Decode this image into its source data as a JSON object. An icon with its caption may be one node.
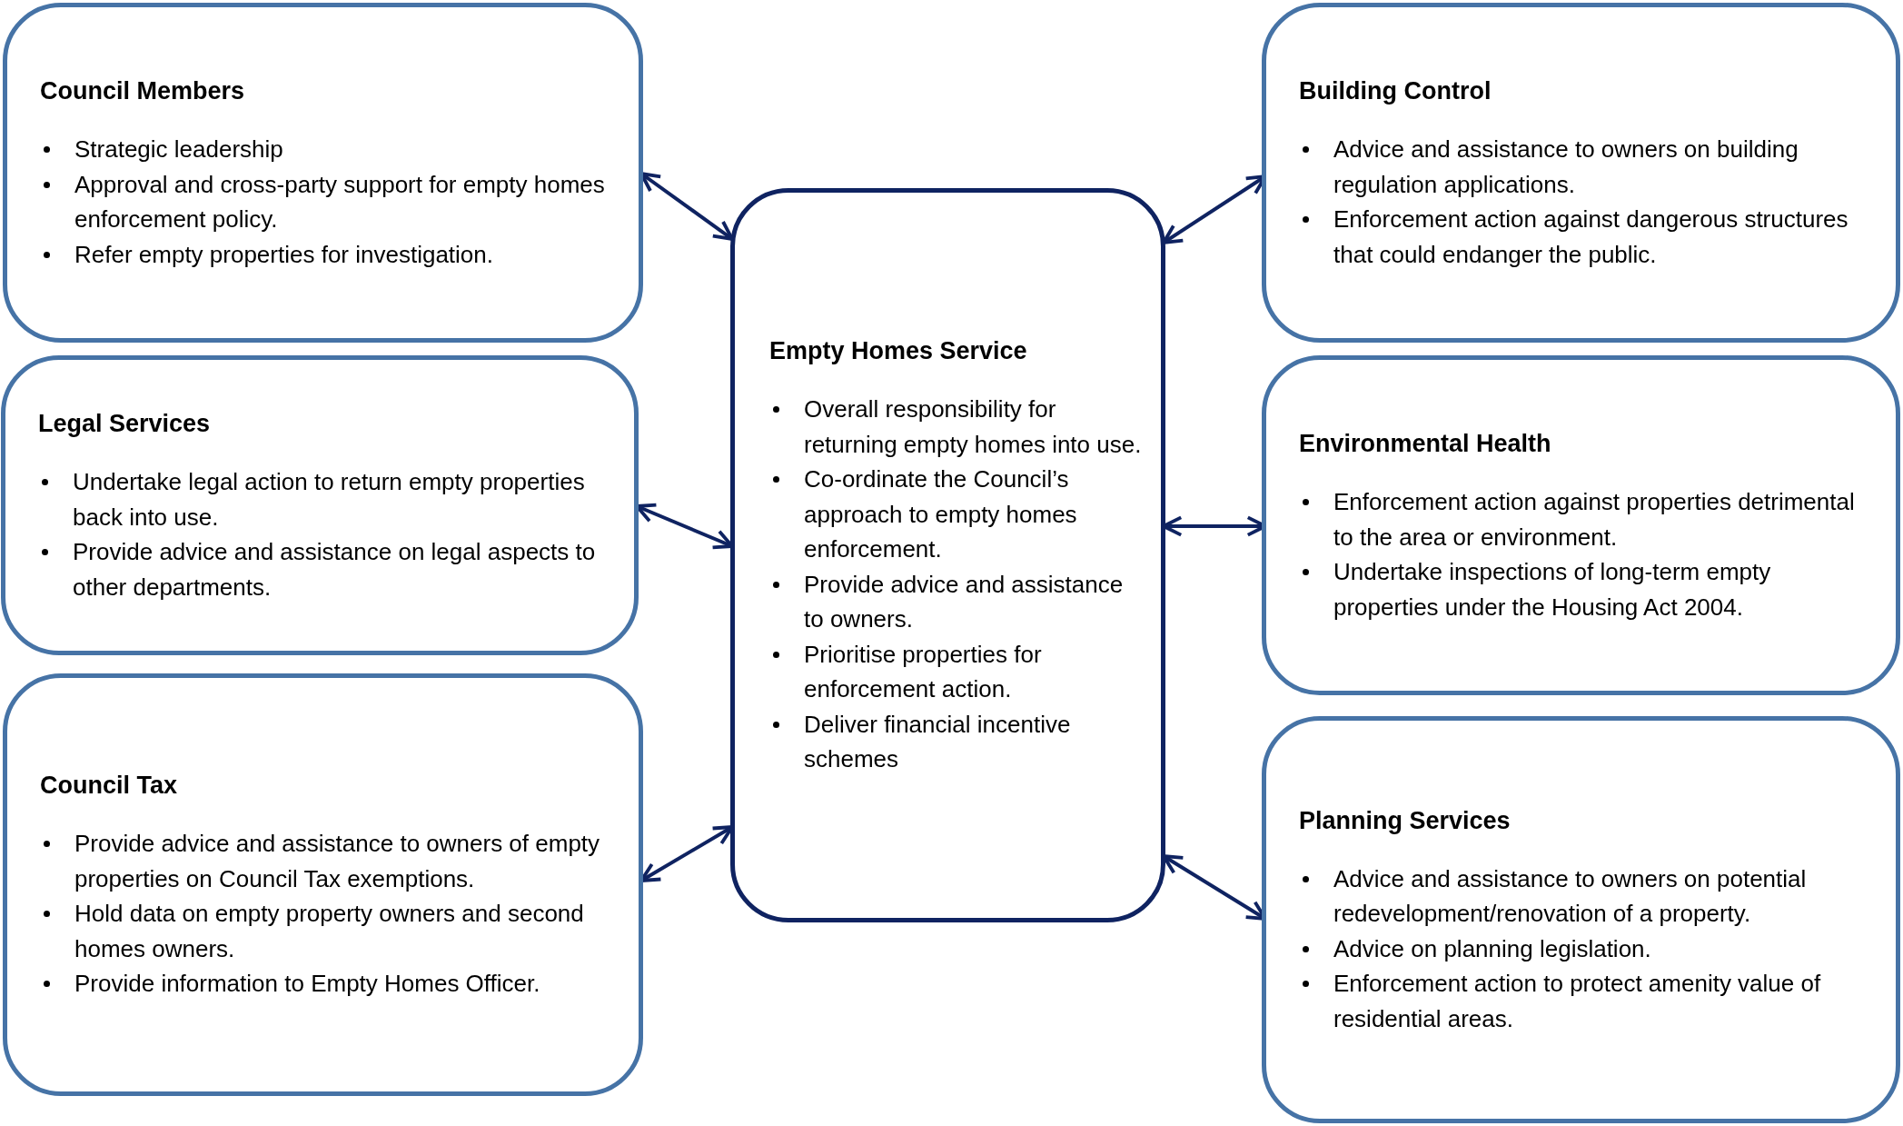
{
  "diagram": {
    "nodes": [
      {
        "text": [
          "Council Members",
          "Strategic leadership",
          "Approval and cross-party support for empty homes enforcement policy.",
          "Refer empty properties for investigation."
        ]
      },
      {
        "text": [
          "Legal Services",
          "Undertake legal action to return empty properties back into use.",
          "Provide advice and assistance on legal aspects to other departments."
        ]
      },
      {
        "text": [
          "Council Tax",
          "Provide advice and assistance to owners of empty properties on Council Tax exemptions.",
          "Hold data on empty property owners and second homes owners.",
          "Provide information to Empty Homes Officer."
        ]
      },
      {
        "text": [
          "Empty Homes Service",
          "Overall responsibility for returning empty homes into use.",
          "Co-ordinate the Council’s approach to empty homes enforcement.",
          "Provide advice and assistance to owners.",
          "Prioritise properties for enforcement action.",
          "Deliver financial incentive schemes"
        ]
      },
      {
        "text": [
          "Building Control",
          "Advice and assistance to owners on building regulation applications.",
          "Enforcement action against dangerous structures that could endanger the public."
        ]
      },
      {
        "text": [
          "Environmental Health",
          "Enforcement action against properties detrimental to the area or environment.",
          "Undertake inspections of long-term empty properties under the Housing Act 2004."
        ]
      },
      {
        "text": [
          "Planning Services",
          "Advice and assistance to owners on potential redevelopment/renovation of a property.",
          "Advice on planning legislation.",
          "Enforcement action to protect amenity value of residential areas."
        ]
      }
    ],
    "edges": [
      {
        "from": 3,
        "to": 0,
        "arrow": "both"
      },
      {
        "from": 3,
        "to": 1,
        "arrow": "both"
      },
      {
        "from": 3,
        "to": 2,
        "arrow": "both"
      },
      {
        "from": 3,
        "to": 4,
        "arrow": "both"
      },
      {
        "from": 3,
        "to": 5,
        "arrow": "both"
      },
      {
        "from": 3,
        "to": 6,
        "arrow": "both"
      }
    ]
  }
}
